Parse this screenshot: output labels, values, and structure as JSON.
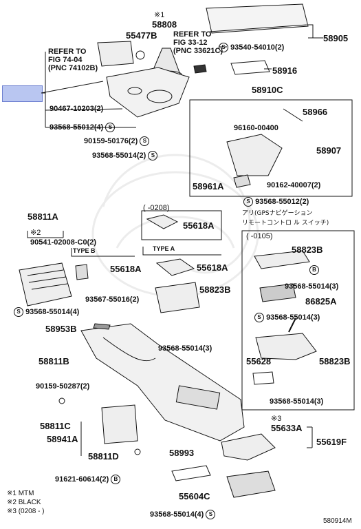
{
  "labels": {
    "p58808": "58808",
    "p55477B": "55477B",
    "p58905": "58905",
    "p93540_54010": "93540-54010(2)",
    "refer_fig33": "REFER TO",
    "refer_fig33b": "FIG 33-12",
    "refer_fig33c": "(PNC 33621C)",
    "refer_fig74": "REFER TO",
    "refer_fig74b": "FIG 74-04",
    "refer_fig74c": "(PNC 74102B)",
    "p58916": "58916",
    "p58910C": "58910C",
    "p90467": "90467-10203(2)",
    "p93568_55012_4": "93568-55012(4)",
    "p58966": "58966",
    "p96160": "96160-00400",
    "p90159_50176": "90159-50176(2)",
    "p58907": "58907",
    "p93568_55014_2a": "93568-55014(2)",
    "p58961A": "58961A",
    "p90162": "90162-40007(2)",
    "p93568_55012_2": "93568-55012(2)",
    "p58811A": "58811A",
    "p_0208": "(   -0208)",
    "p55618A_1": "55618A",
    "jp_line1": "アリ(GPSナビゲーション",
    "jp_line2": "リモートコントロ  ル スイッチ)",
    "mark2": "※2",
    "p90541": "90541-02008-C0(2)",
    "type_b": "TYPE B",
    "type_a": "TYPE A",
    "p_0105": "(    -0105)",
    "p58823B_1": "58823B",
    "p55618A_2": "55618A",
    "p55618A_3": "55618A",
    "p93568_55014_3a": "93568-55014(3)",
    "p93567": "93567-55016(2)",
    "p58823B_2": "58823B",
    "p86825A": "86825A",
    "p93568_55014_4a": "93568-55014(4)",
    "p93568_55014_3b": "93568-55014(3)",
    "p58953B": "58953B",
    "p93568_55014_3c": "93568-55014(3)",
    "p58811B": "58811B",
    "p55628": "55628",
    "p58823B_3": "58823B",
    "p90159_50287": "90159-50287(2)",
    "p93568_55014_3d": "93568-55014(3)",
    "p58811C": "58811C",
    "mark3": "※3",
    "p55633A": "55633A",
    "p58941A": "58941A",
    "p55619F": "55619F",
    "p58811D": "58811D",
    "p58993": "58993",
    "p91621": "91621-60614(2)",
    "p55604C": "55604C",
    "p93568_55014_4b": "93568-55014(4)",
    "mark1": "※1",
    "note1": "※1 MTM",
    "note2": "※2 BLACK",
    "note3": "※3 (0208 -        )",
    "figure_id": "580914M",
    "circle_s": "S",
    "circle_b": "B"
  },
  "colors": {
    "ink": "#111111",
    "highlight": "#b9c6f1",
    "highlight_border": "#6d7fd0",
    "watermark": "#ececec"
  }
}
